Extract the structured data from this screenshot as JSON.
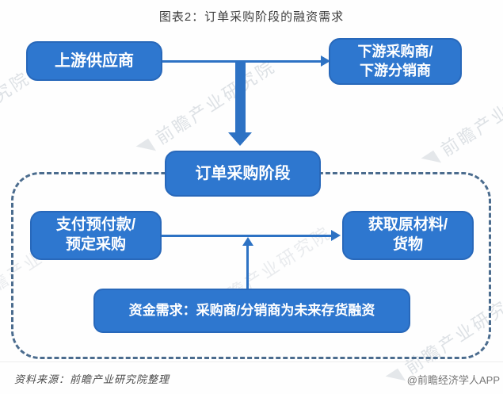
{
  "title": "图表2：订单采购阶段的融资需求",
  "diagram": {
    "nodes": {
      "upstream": {
        "label": "上游供应商"
      },
      "downstream": {
        "line1": "下游采购商/",
        "line2": "下游分销商"
      },
      "stage": {
        "label": "订单采购阶段"
      },
      "prepay": {
        "line1": "支付预付款/",
        "line2": "预定采购"
      },
      "materials": {
        "line1": "获取原材料/",
        "line2": "货物"
      },
      "funding": {
        "label": "资金需求：采购商/分销商为未来存货融资"
      }
    }
  },
  "colors": {
    "box_fill": "#2e77cf",
    "box_border": "#2868ba",
    "arrow": "#2d72c4",
    "dashed_border": "#4b6c8e",
    "title_text": "#3d3d3d",
    "watermark": "#c3cad1"
  },
  "watermark": {
    "text": "前瞻产业研究院"
  },
  "footer": {
    "source": "资料来源：前瞻产业研究院整理",
    "credit": "@前瞻经济学人APP"
  }
}
